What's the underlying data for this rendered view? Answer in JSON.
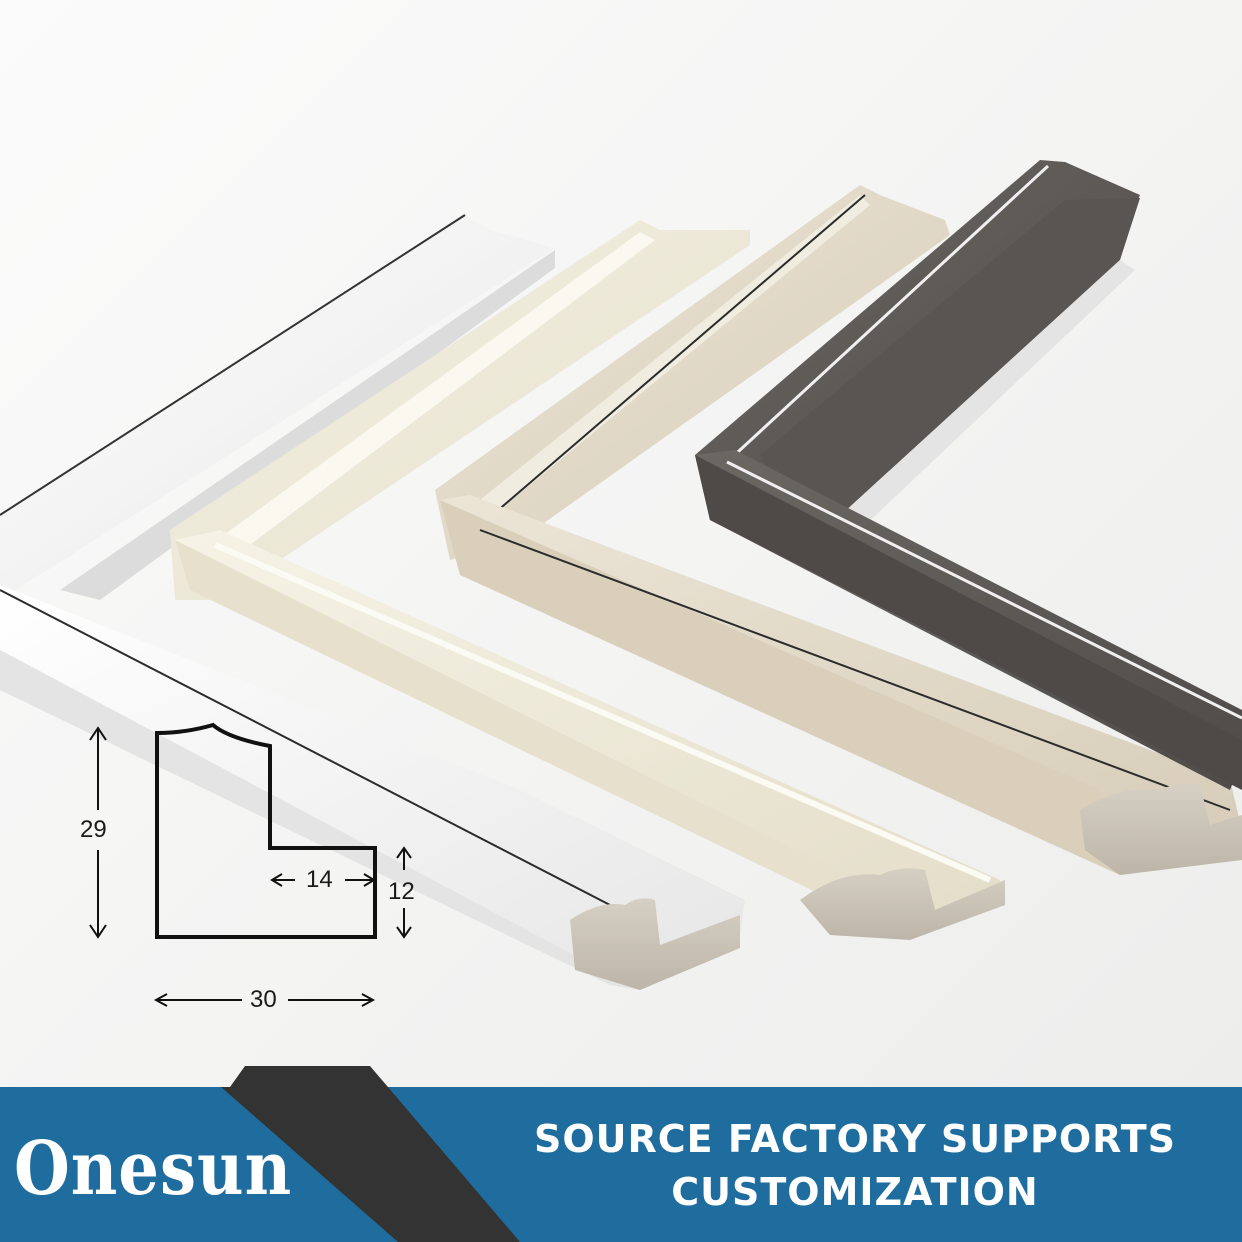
{
  "product": {
    "description": "Picture frame moulding samples",
    "frames": [
      {
        "name": "white-frame",
        "color": "#f2f2f0",
        "accent": "#2b2b2b"
      },
      {
        "name": "cream-frame",
        "color": "#ece7d6",
        "accent": "#f7f4ea"
      },
      {
        "name": "light-oak-frame",
        "color": "#ddd4c2",
        "accent": "#2b2b2b"
      },
      {
        "name": "grey-wood-frame",
        "color": "#5e5b57",
        "accent": "#e8e8e8"
      }
    ]
  },
  "profile_diagram": {
    "height_label": "29",
    "width_label": "30",
    "rebate_width_label": "14",
    "rebate_height_label": "12"
  },
  "banner": {
    "brand": "Onesun",
    "slogan_line1": "SOURCE FACTORY SUPPORTS",
    "slogan_line2": "CUSTOMIZATION",
    "colors": {
      "blue": "#1e6d9e",
      "dark": "#333333",
      "text": "#ffffff"
    }
  }
}
